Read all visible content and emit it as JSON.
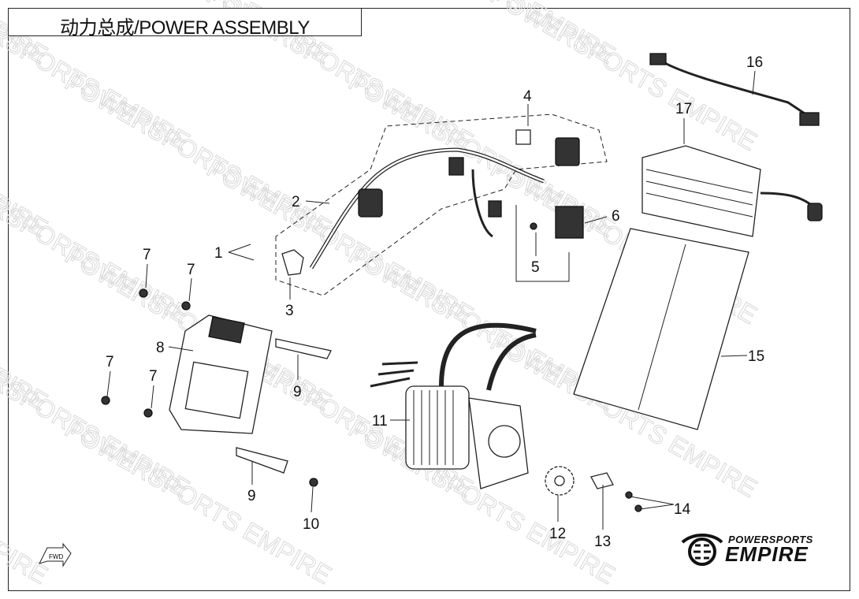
{
  "title": "动力总成/POWER ASSEMBLY",
  "callouts": [
    "1",
    "2",
    "3",
    "4",
    "5",
    "6",
    "7",
    "7",
    "7",
    "7",
    "8",
    "9",
    "9",
    "10",
    "11",
    "12",
    "13",
    "14",
    "15",
    "16",
    "17"
  ],
  "watermark": "POWERSPORTS EMPIRE",
  "logo": {
    "top": "POWERSPORTS",
    "bottom": "EMPIRE"
  },
  "fwd_marker": "FWD"
}
